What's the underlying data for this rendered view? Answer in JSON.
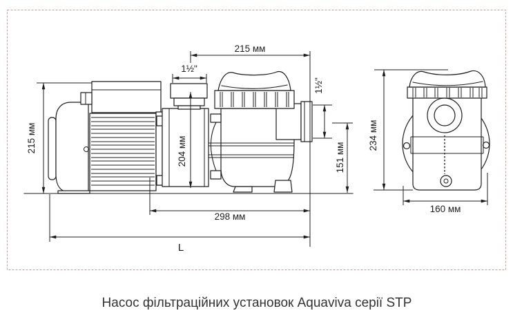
{
  "figure": {
    "caption": "Насос фільтраційних установок Aquaviva серії STP",
    "type": "technical-dimension-drawing",
    "views": [
      "side-view",
      "front-view"
    ]
  },
  "dimensions": {
    "motor_height": "215 мм",
    "head_width": "215 мм",
    "inlet_size": "1½\"",
    "inlet_height": "204 мм",
    "outlet_size": "1½\"",
    "outlet_height": "151 мм",
    "head_length": "298 мм",
    "overall_length": "L",
    "front_height": "234 мм",
    "front_width": "160 мм"
  },
  "colors": {
    "line": "#1c1c1c",
    "border": "#c79c9c",
    "background": "#ffffff",
    "caption_text": "#333333"
  }
}
